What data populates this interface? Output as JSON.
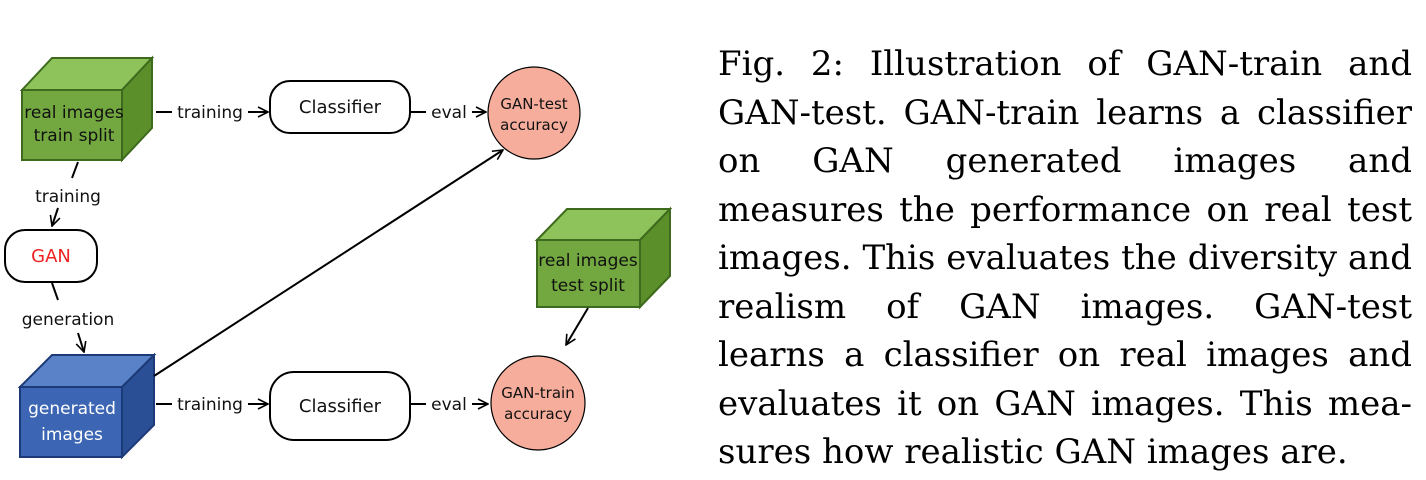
{
  "diagram": {
    "real_train": {
      "line1": "real images",
      "line2": "train split"
    },
    "real_test": {
      "line1": "real images",
      "line2": "test split"
    },
    "generated": {
      "line1": "generated",
      "line2": "images"
    },
    "gan_label": "GAN",
    "classifier_label": "Classifier",
    "gan_test": {
      "line1": "GAN-test",
      "line2": "accuracy"
    },
    "gan_train": {
      "line1": "GAN-train",
      "line2": "accuracy"
    },
    "edge_training": "training",
    "edge_eval": "eval",
    "edge_generation": "generation",
    "colors": {
      "green_front": "#72a83f",
      "green_top": "#8ec25a",
      "green_side": "#5a8f2a",
      "green_border": "#3e6a1d",
      "blue_front": "#3c66b4",
      "blue_top": "#5a82c8",
      "blue_side": "#2b4f95",
      "blue_border": "#1d3a78",
      "circle_fill": "#f6ad9b",
      "gan_text": "#ee2222"
    }
  },
  "caption": {
    "label": "Fig. 2:",
    "text": "Illustration of GAN-train and GAN-test. GAN-train learns a clas­sifier on GAN generated images and measures the performance on real test images. This evaluates the diversity and realism of GAN images. GAN-test learns a classifier on real images and evaluates it on GAN images. This mea­sures how realistic GAN images are."
  }
}
